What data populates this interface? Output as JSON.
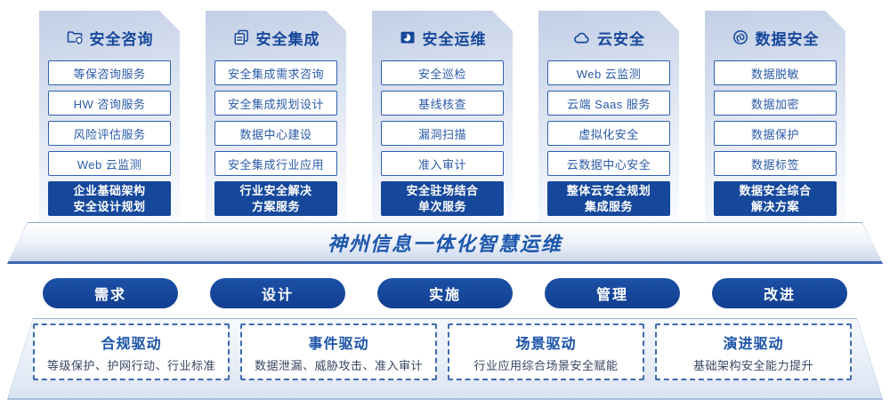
{
  "columns": [
    {
      "title": "安全咨询",
      "icon": "folder-shield-icon",
      "items": [
        "等保咨询服务",
        "HW 咨询服务",
        "风险评估服务",
        "Web 云监测"
      ],
      "solution_line1": "企业基础架构",
      "solution_line2": "安全设计规划"
    },
    {
      "title": "安全集成",
      "icon": "copy-documents-icon",
      "items": [
        "安全集成需求咨询",
        "安全集成规划设计",
        "数据中心建设",
        "安全集成行业应用"
      ],
      "solution_line1": "行业安全解决",
      "solution_line2": "方案服务"
    },
    {
      "title": "安全运维",
      "icon": "monitor-folder-icon",
      "items": [
        "安全巡检",
        "基线核查",
        "漏洞扫描",
        "准入审计"
      ],
      "solution_line1": "安全驻场结合",
      "solution_line2": "单次服务"
    },
    {
      "title": "云安全",
      "icon": "cloud-icon",
      "items": [
        "Web 云监测",
        "云端 Saas 服务",
        "虚拟化安全",
        "云数据中心安全"
      ],
      "solution_line1": "整体云安全规划",
      "solution_line2": "集成服务"
    },
    {
      "title": "数据安全",
      "icon": "fingerprint-icon",
      "items": [
        "数据脱敏",
        "数据加密",
        "数据保护",
        "数据标签"
      ],
      "solution_line1": "数据安全综合",
      "solution_line2": "解决方案"
    }
  ],
  "banner": {
    "title": "神州信息一体化智慧运维"
  },
  "process_pills": [
    "需求",
    "设计",
    "实施",
    "管理",
    "改进"
  ],
  "drivers": [
    {
      "title": "合规驱动",
      "desc": "等级保护、护网行动、行业标准"
    },
    {
      "title": "事件驱动",
      "desc": "数据泄漏、威胁攻击、准入审计"
    },
    {
      "title": "场景驱动",
      "desc": "行业应用综合场景安全赋能"
    },
    {
      "title": "演进驱动",
      "desc": "基础架构安全能力提升"
    }
  ],
  "colors": {
    "accent_blue": "#15479b",
    "item_border_blue": "#2f5fae",
    "title_blue": "#16479b",
    "banner_text_blue": "#1d57ad",
    "driver_desc_gray": "#394762",
    "card_gradient_top": "#c3cfe6",
    "platform_edge": "#9db4da"
  }
}
